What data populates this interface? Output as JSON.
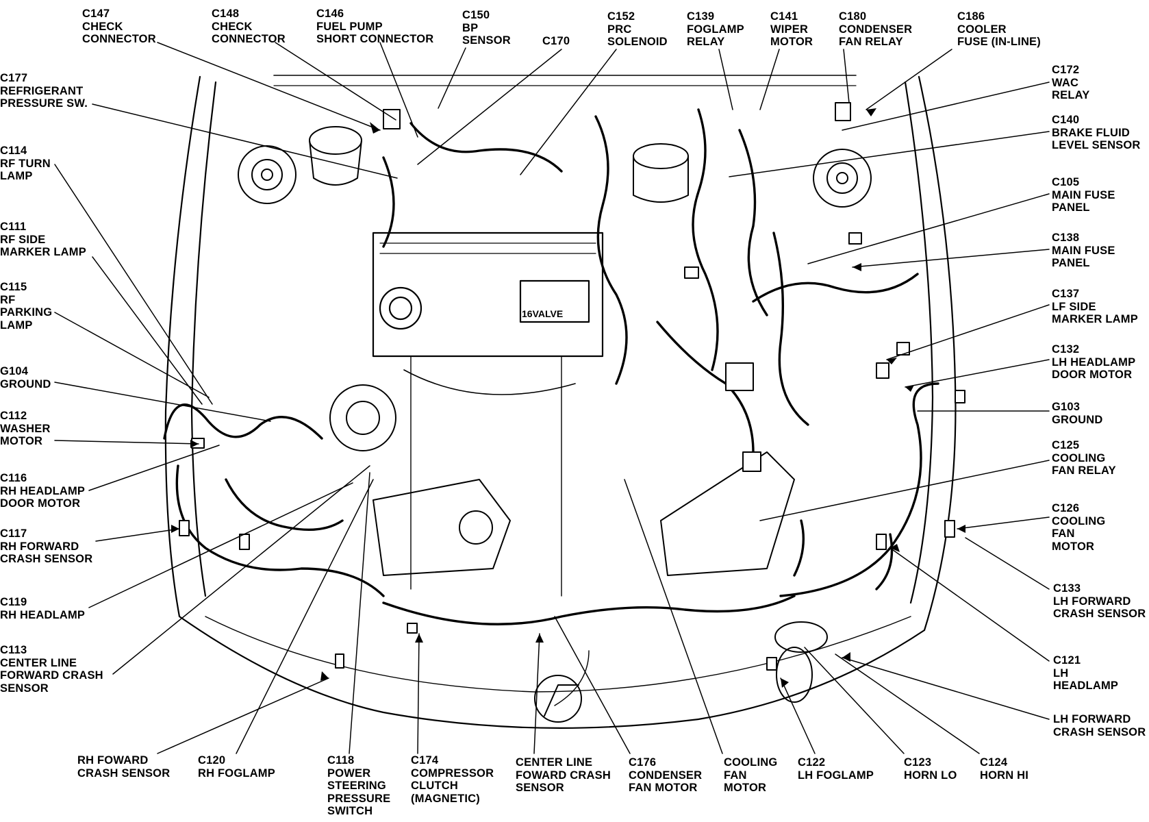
{
  "labels": {
    "c147": [
      "C147",
      "CHECK",
      "CONNECTOR"
    ],
    "c148": [
      "C148",
      "CHECK",
      "CONNECTOR"
    ],
    "c146": [
      "C146",
      "FUEL PUMP",
      "SHORT CONNECTOR"
    ],
    "c150": [
      "C150",
      "BP",
      "SENSOR"
    ],
    "c170": [
      "C170"
    ],
    "c152": [
      "C152",
      "PRC",
      "SOLENOID"
    ],
    "c139": [
      "C139",
      "FOGLAMP",
      "RELAY"
    ],
    "c141": [
      "C141",
      "WIPER",
      "MOTOR"
    ],
    "c180": [
      "C180",
      "CONDENSER",
      "FAN RELAY"
    ],
    "c186": [
      "C186",
      "COOLER",
      "FUSE (IN-LINE)"
    ],
    "c177": [
      "C177",
      "REFRIGERANT",
      "PRESSURE SW."
    ],
    "c114": [
      "C114",
      "RF TURN",
      "LAMP"
    ],
    "c111": [
      "C111",
      "RF SIDE",
      "MARKER LAMP"
    ],
    "c115": [
      "C115",
      "RF",
      "PARKING",
      "LAMP"
    ],
    "g104": [
      "G104",
      "GROUND"
    ],
    "c112": [
      "C112",
      "WASHER",
      "MOTOR"
    ],
    "c116": [
      "C116",
      "RH HEADLAMP",
      "DOOR MOTOR"
    ],
    "c117": [
      "C117",
      "RH FORWARD",
      "CRASH SENSOR"
    ],
    "c119": [
      "C119",
      "RH HEADLAMP"
    ],
    "c113": [
      "C113",
      "CENTER LINE",
      "FORWARD CRASH",
      "SENSOR"
    ],
    "c172": [
      "C172",
      "WAC",
      "RELAY"
    ],
    "c140": [
      "C140",
      "BRAKE FLUID",
      "LEVEL SENSOR"
    ],
    "c105": [
      "C105",
      "MAIN FUSE",
      "PANEL"
    ],
    "c138": [
      "C138",
      "MAIN FUSE",
      "PANEL"
    ],
    "c137": [
      "C137",
      "LF SIDE",
      "MARKER LAMP"
    ],
    "c132": [
      "C132",
      "LH HEADLAMP",
      "DOOR MOTOR"
    ],
    "g103": [
      "G103",
      "GROUND"
    ],
    "c125": [
      "C125",
      "COOLING",
      "FAN RELAY"
    ],
    "c126": [
      "C126",
      "COOLING",
      "FAN",
      "MOTOR"
    ],
    "c133": [
      "C133",
      "LH FORWARD",
      "CRASH SENSOR"
    ],
    "c121": [
      "C121",
      "LH",
      "HEADLAMP"
    ],
    "lhfwd": [
      "LH FORWARD",
      "CRASH SENSOR"
    ],
    "rhfwd": [
      "RH FOWARD",
      "CRASH SENSOR"
    ],
    "c120": [
      "C120",
      "RH FOGLAMP"
    ],
    "c118": [
      "C118",
      "POWER",
      "STEERING",
      "PRESSURE",
      "SWITCH"
    ],
    "c174": [
      "C174",
      "COMPRESSOR",
      "CLUTCH",
      "(MAGNETIC)"
    ],
    "centerline": [
      "CENTER LINE",
      "FOWARD CRASH",
      "SENSOR"
    ],
    "c176": [
      "C176",
      "CONDENSER",
      "FAN MOTOR"
    ],
    "coolfan": [
      "COOLING",
      "FAN",
      "MOTOR"
    ],
    "c122": [
      "C122",
      "LH FOGLAMP"
    ],
    "c123": [
      "C123",
      "HORN LO"
    ],
    "c124": [
      "C124",
      "HORN HI"
    ]
  },
  "engine_badge": "16VALVE",
  "ink_color": "#000000",
  "paper_color": "#ffffff"
}
